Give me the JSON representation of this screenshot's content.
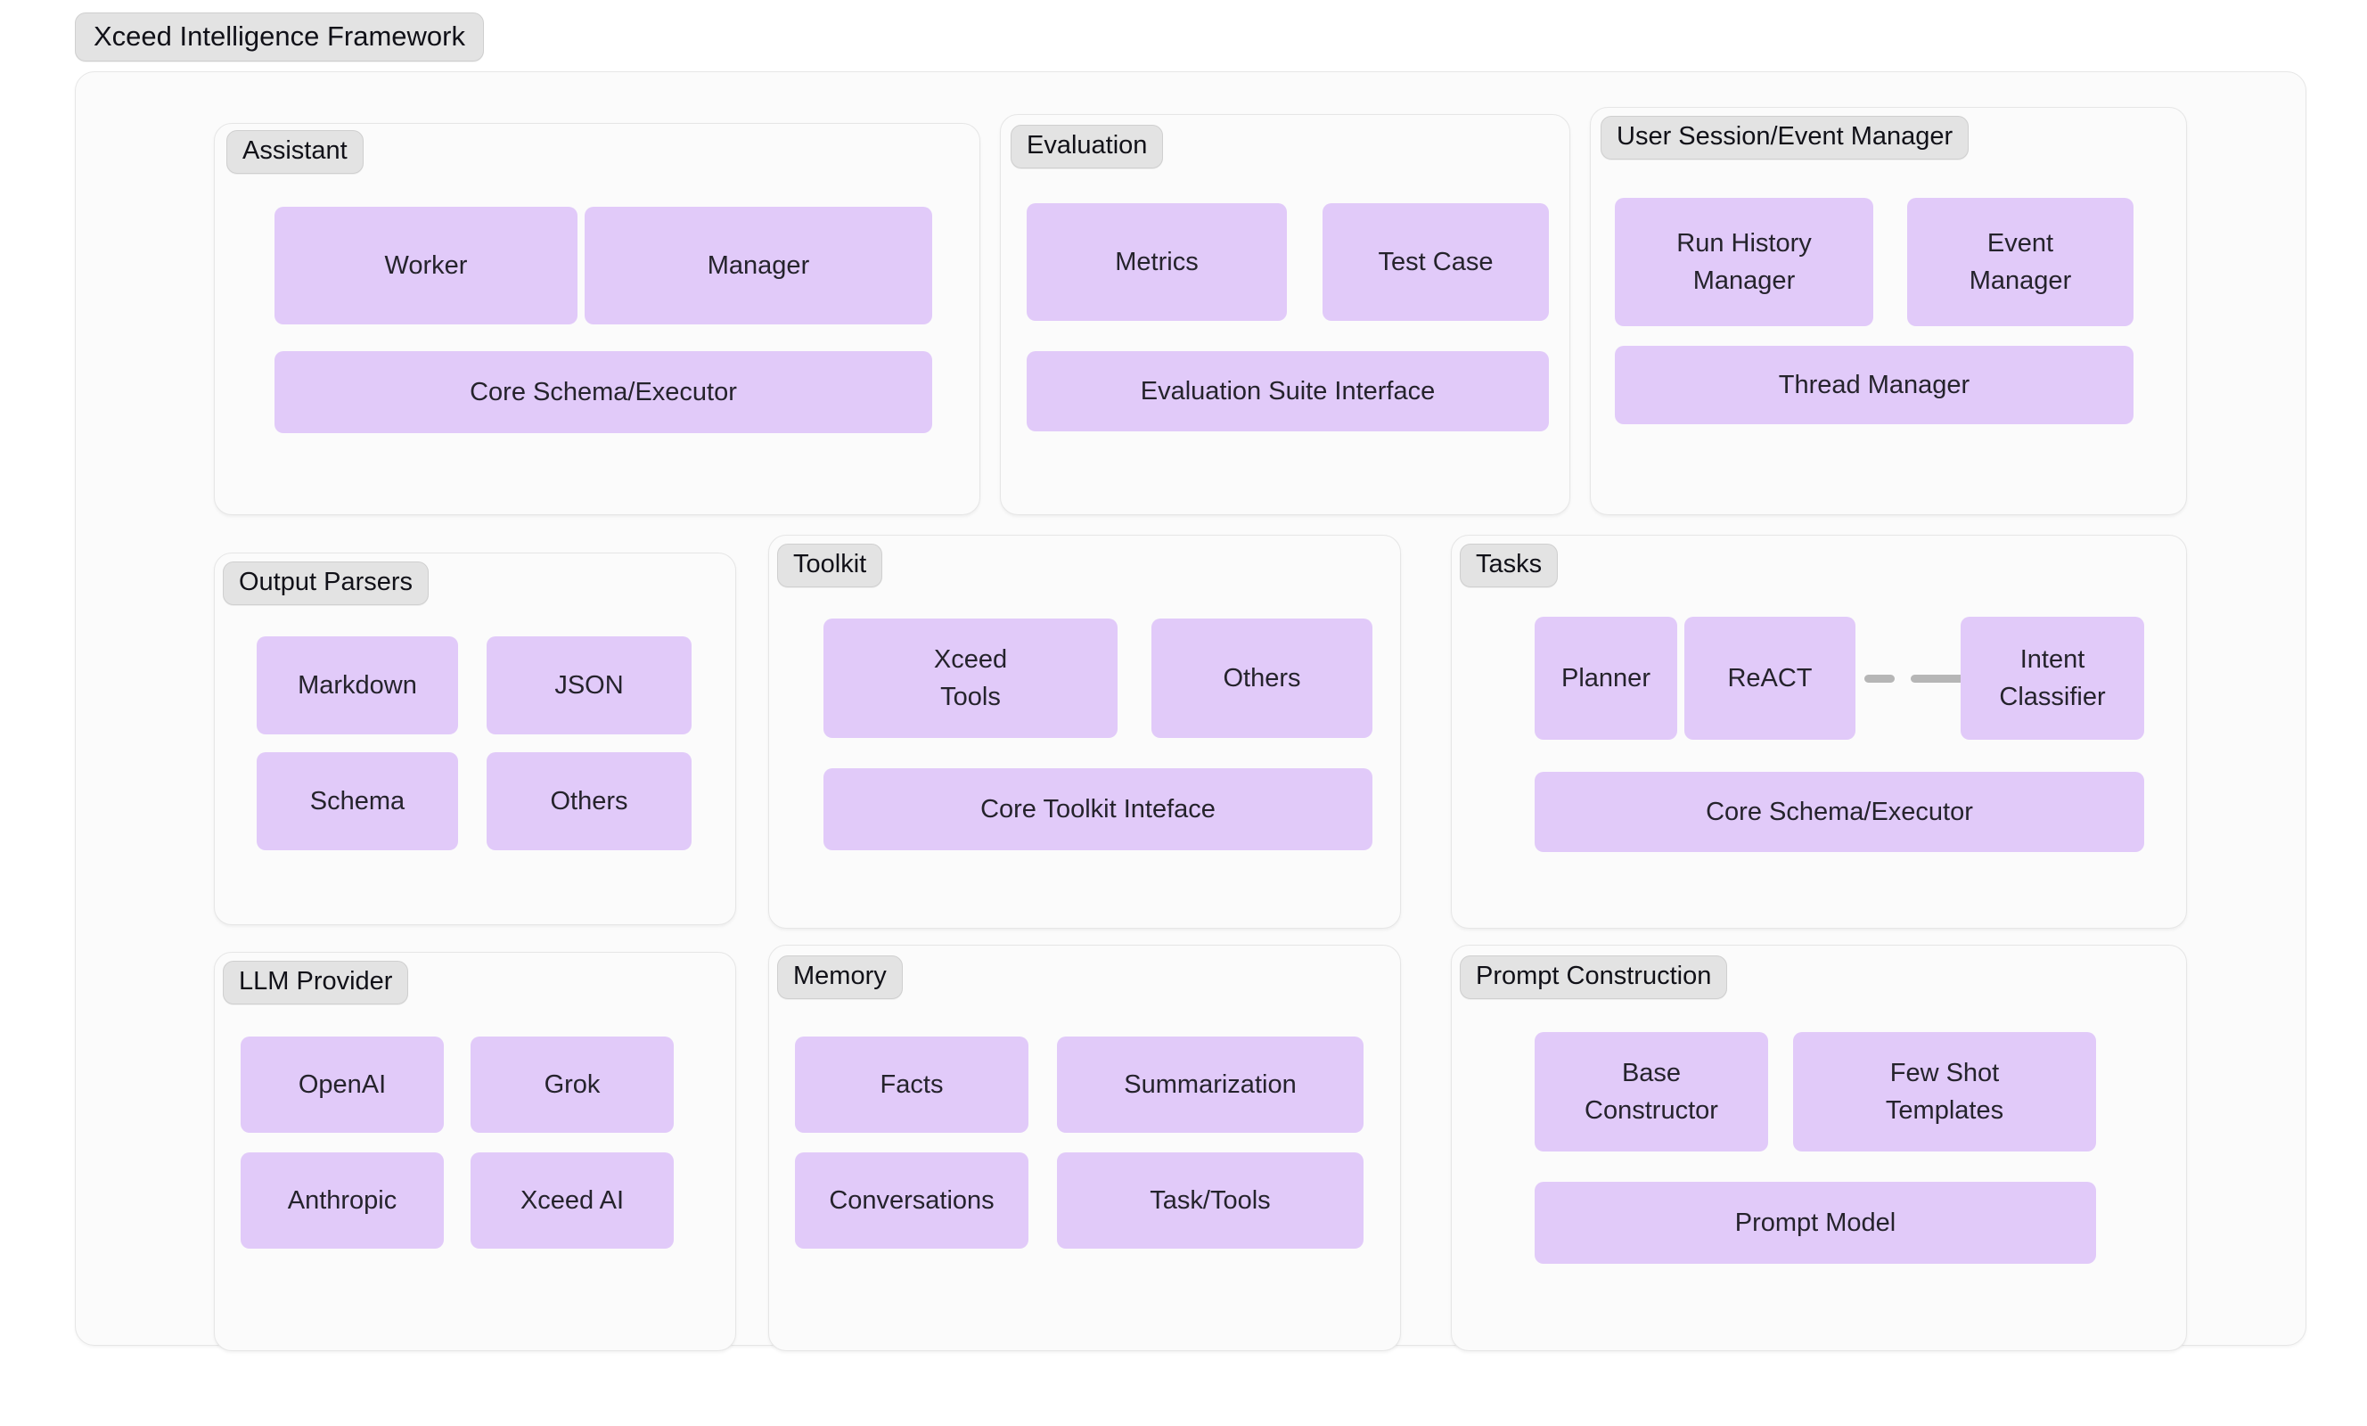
{
  "framework": {
    "title": "Xceed Intelligence Framework"
  },
  "colors": {
    "node_fill": "#E1CAF9",
    "label_chip": "#E3E3E3",
    "panel_fill": "#FBFBFB",
    "panel_border": "#E6E6E6",
    "connector": "#B6B6B6",
    "text": "#25232C"
  },
  "groups": [
    {
      "id": "assistant",
      "label": "Assistant",
      "nodes": [
        {
          "label": "Worker"
        },
        {
          "label": "Manager"
        },
        {
          "label": "Core Schema/Executor"
        }
      ]
    },
    {
      "id": "evaluation",
      "label": "Evaluation",
      "nodes": [
        {
          "label": "Metrics"
        },
        {
          "label": "Test Case"
        },
        {
          "label": "Evaluation Suite Interface"
        }
      ]
    },
    {
      "id": "user-session-event-manager",
      "label": "User Session/Event Manager",
      "nodes": [
        {
          "label": "Run History\nManager"
        },
        {
          "label": "Event\nManager"
        },
        {
          "label": "Thread Manager"
        }
      ]
    },
    {
      "id": "output-parsers",
      "label": "Output Parsers",
      "nodes": [
        {
          "label": "Markdown"
        },
        {
          "label": "JSON"
        },
        {
          "label": "Schema"
        },
        {
          "label": "Others"
        }
      ]
    },
    {
      "id": "toolkit",
      "label": "Toolkit",
      "nodes": [
        {
          "label": "Xceed\nTools"
        },
        {
          "label": "Others"
        },
        {
          "label": "Core Toolkit Inteface"
        }
      ]
    },
    {
      "id": "tasks",
      "label": "Tasks",
      "nodes": [
        {
          "label": "Planner"
        },
        {
          "label": "ReACT"
        },
        {
          "label": "Intent\nClassifier"
        },
        {
          "label": "Core Schema/Executor"
        }
      ],
      "connectors": [
        {
          "from": "ReACT",
          "to": "Intent Classifier",
          "style": "dashed"
        }
      ]
    },
    {
      "id": "llm-provider",
      "label": "LLM Provider",
      "nodes": [
        {
          "label": "OpenAI"
        },
        {
          "label": "Grok"
        },
        {
          "label": "Anthropic"
        },
        {
          "label": "Xceed AI"
        }
      ]
    },
    {
      "id": "memory",
      "label": "Memory",
      "nodes": [
        {
          "label": "Facts"
        },
        {
          "label": "Summarization"
        },
        {
          "label": "Conversations"
        },
        {
          "label": "Task/Tools"
        }
      ]
    },
    {
      "id": "prompt-construction",
      "label": "Prompt Construction",
      "nodes": [
        {
          "label": "Base\nConstructor"
        },
        {
          "label": "Few Shot\nTemplates"
        },
        {
          "label": "Prompt Model"
        }
      ]
    }
  ]
}
